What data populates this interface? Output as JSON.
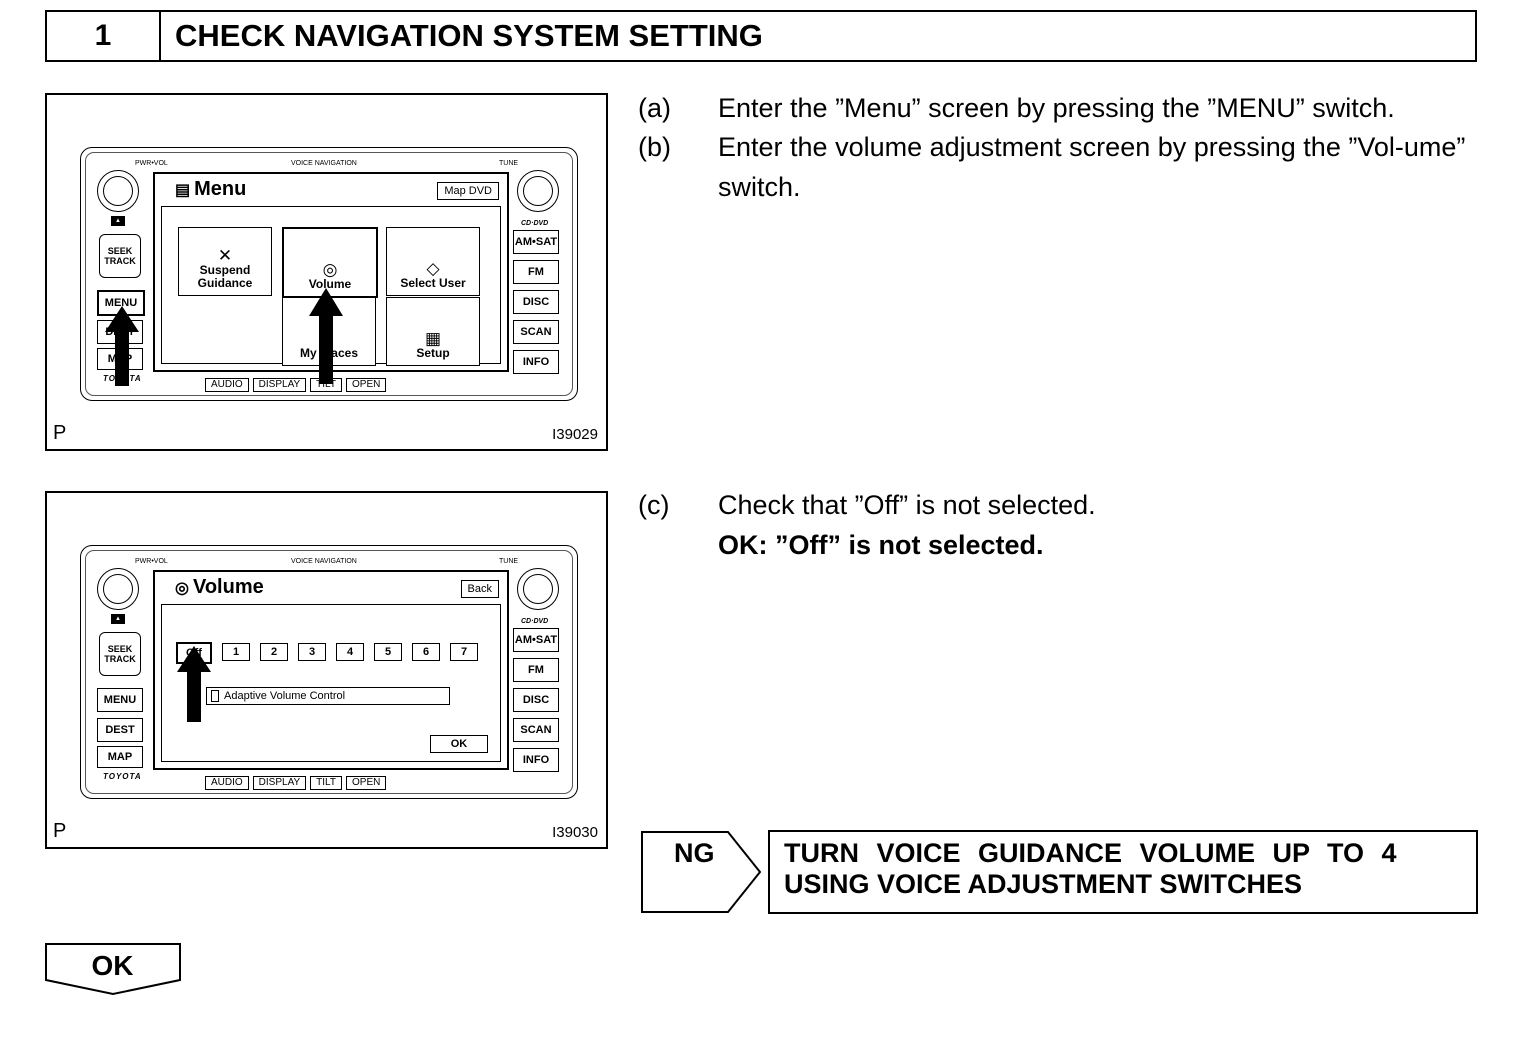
{
  "header": {
    "number": "1",
    "title": "CHECK NAVIGATION SYSTEM SETTING"
  },
  "figure1": {
    "p_label": "P",
    "figure_id": "I39029",
    "unit_labels": {
      "pwr_vol": "PWR•VOL",
      "voice_navigation": "VOICE NAVIGATION",
      "tune": "TUNE",
      "brand": "TOYOTA",
      "cd_logo": "CD·DVD"
    },
    "left_buttons": {
      "seek_track": "SEEK TRACK",
      "menu": "MENU",
      "dest": "DEST",
      "map_voice": "MAP"
    },
    "right_buttons": [
      "AM•SAT",
      "FM",
      "DISC",
      "SCAN",
      "INFO"
    ],
    "bottom_buttons": [
      "AUDIO",
      "DISPLAY",
      "TILT",
      "OPEN"
    ],
    "screen": {
      "title": "Menu",
      "top_button": "Map DVD",
      "tiles": {
        "suspend_guidance": "Suspend Guidance",
        "volume": "Volume",
        "select_user": "Select User",
        "my_places": "My Places",
        "setup": "Setup"
      }
    }
  },
  "figure2": {
    "p_label": "P",
    "figure_id": "I39030",
    "left_buttons": {
      "seek_track": "SEEK TRACK",
      "menu": "MENU",
      "dest": "DEST",
      "map_voice": "MAP"
    },
    "right_buttons": [
      "AM•SAT",
      "FM",
      "DISC",
      "SCAN",
      "INFO"
    ],
    "bottom_buttons": [
      "AUDIO",
      "DISPLAY",
      "TILT",
      "OPEN"
    ],
    "screen": {
      "title": "Volume",
      "top_button": "Back",
      "levels": [
        "Off",
        "1",
        "2",
        "3",
        "4",
        "5",
        "6",
        "7"
      ],
      "selected_level": "Off",
      "adaptive_volume_control": "Adaptive Volume Control",
      "ok_button": "OK"
    }
  },
  "steps": {
    "a_key": "(a)",
    "a_text": "Enter the ”Menu” screen by pressing the ”MENU” switch.",
    "b_key": "(b)",
    "b_text": "Enter the volume adjustment screen by pressing the ”Vol-ume” switch.",
    "c_key": "(c)",
    "c_text": "Check that ”Off” is not selected.",
    "c_ok": "OK: ”Off” is not selected."
  },
  "ng": {
    "label": "NG",
    "action_line1": "TURN VOICE GUIDANCE VOLUME UP TO 4",
    "action_line2": "USING VOICE ADJUSTMENT SWITCHES"
  },
  "ok_result": {
    "label": "OK"
  }
}
